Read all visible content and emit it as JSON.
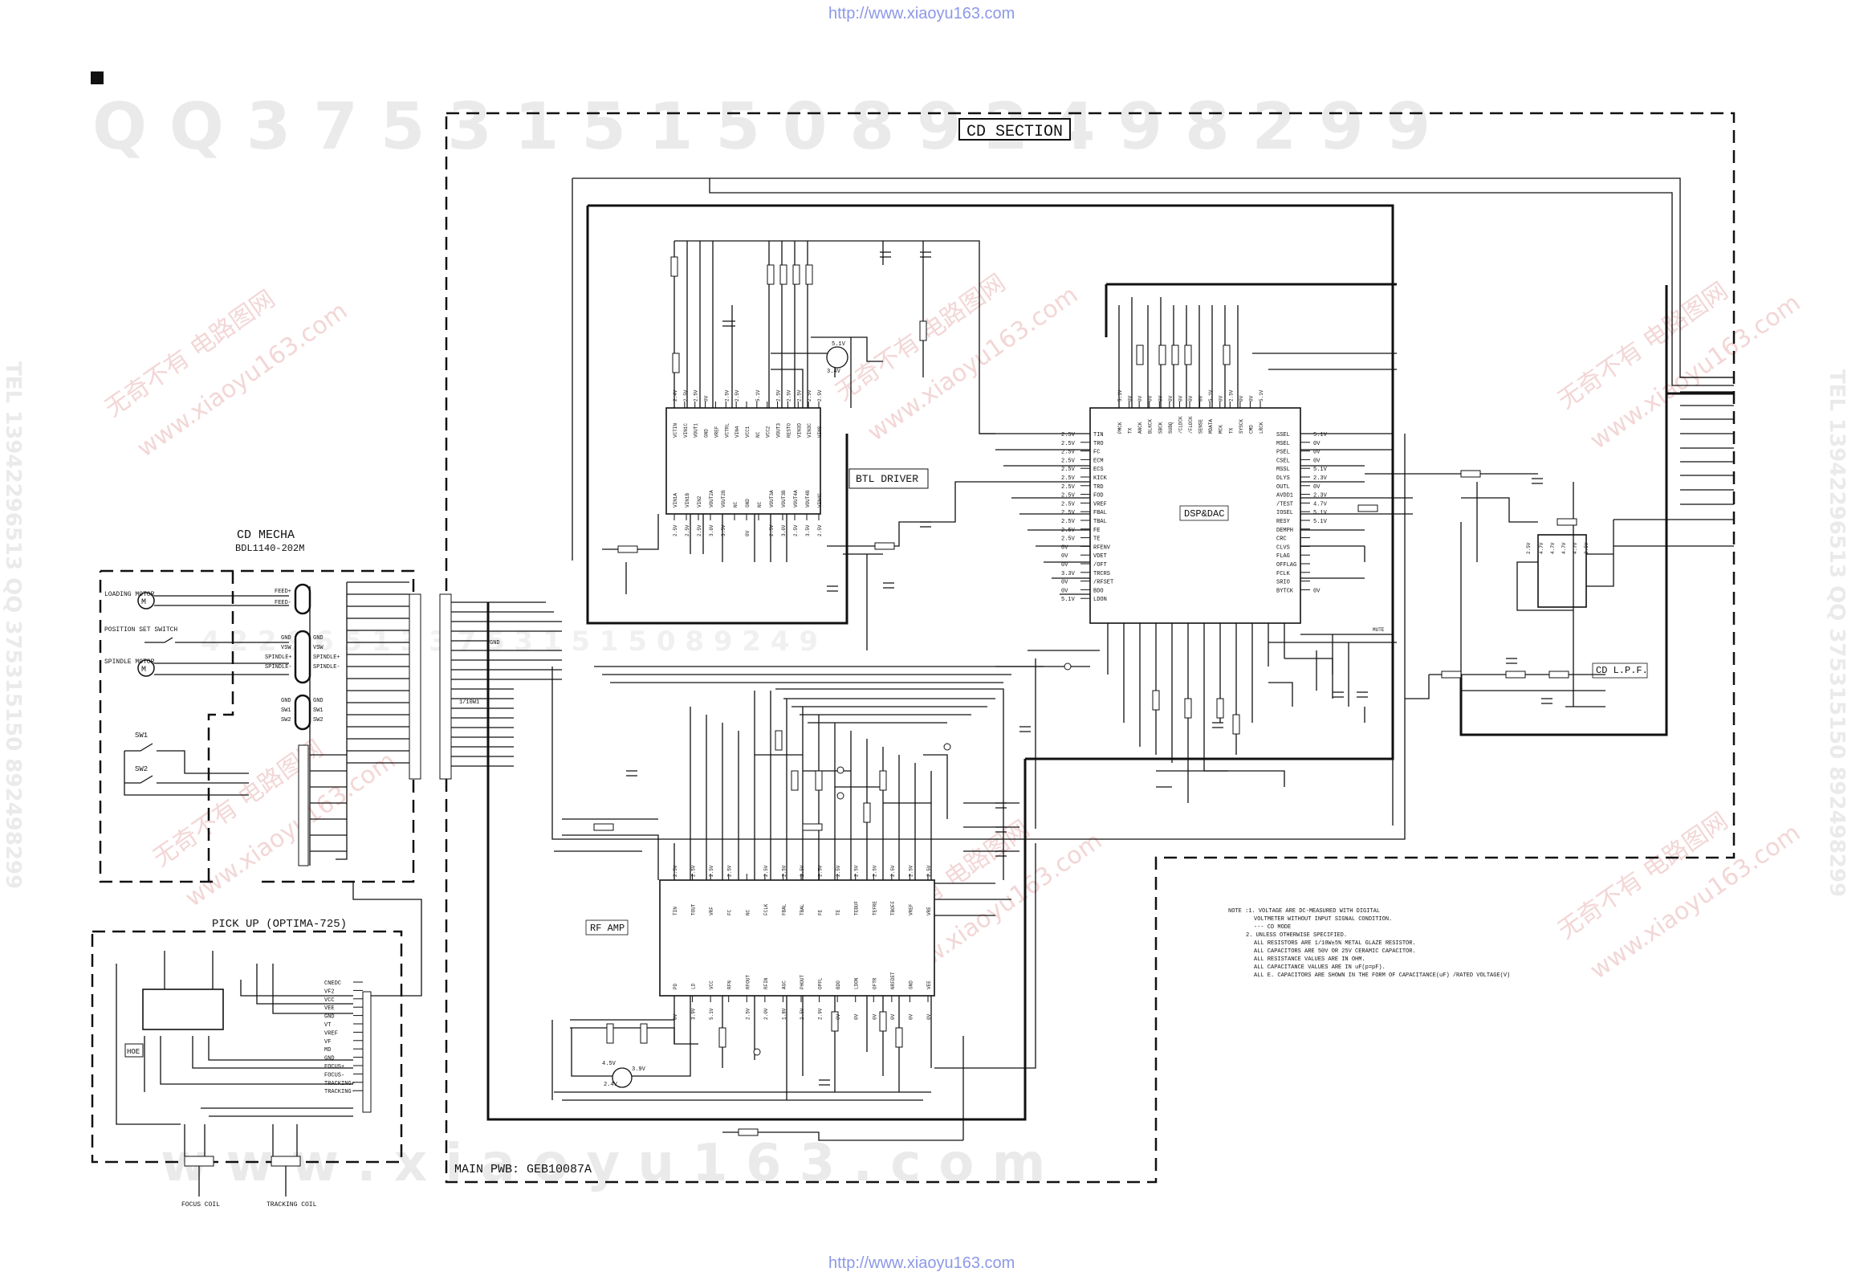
{
  "header_url": "http://www.xiaoyu163.com",
  "footer_url": "http://www.xiaoyu163.com",
  "section_title": "CD SECTION",
  "main_pwb": "MAIN PWB: GEB10087A",
  "watermarks": {
    "top_row": "Q Q 3 7 5 3 1 5 1 5 0   8 9 2 4 9 8 2 9 9",
    "bottom_row": "w w w . x i a o y u 1 6 3 . c o m",
    "side": "TEL 13942296513  QQ 375315150  892498299",
    "mid_row": "4 2 2 9 6 5 1 3   3 7 5 3 1 5 1 5 0   8 9 2 4 9",
    "diagonal_cn": "无奇不有 电路图网",
    "diagonal_url": "www.xiaoyu163.com"
  },
  "blocks": {
    "btl_driver": "BTL DRIVER",
    "dsp_dac": "DSP&DAC",
    "rf_amp": "RF AMP",
    "cd_lpf": "CD L.P.F.",
    "cd_mecha_title": "CD MECHA",
    "cd_mecha_part": "BDL1140-202M",
    "pickup_title": "PICK UP (OPTIMA-725)",
    "focus_coil": "FOCUS COIL",
    "tracking_coil": "TRACKING COIL",
    "hoe": "HOE"
  },
  "mecha_labels": {
    "loading_motor": "LOADING MOTOR",
    "position_switch": "POSITION SET SWITCH",
    "spindle_motor": "SPINDLE MOTOR",
    "sw1": "SW1",
    "sw2": "SW2",
    "connector_pins": [
      "FEED+",
      "FEED-",
      "GND",
      "VSW",
      "SPINDLE+",
      "SPINDLE-",
      "GND",
      "SW1",
      "SW2"
    ],
    "right_pins": [
      "GND",
      "VSW",
      "SPINDLE+",
      "SPINDLE-",
      "GND",
      "SW1",
      "SW2"
    ]
  },
  "pickup_pins": [
    "CNEDC",
    "VF2",
    "VCC",
    "VEE",
    "GND",
    "VT",
    "VREF",
    "VF",
    "MD",
    "GND",
    "FOCUS+",
    "FOCUS-",
    "TRACKING+",
    "TRACKING-"
  ],
  "dsp_left_pins": [
    {
      "v": "2.5V",
      "n": "TIN"
    },
    {
      "v": "2.5V",
      "n": "TRO"
    },
    {
      "v": "2.5V",
      "n": "FC"
    },
    {
      "v": "2.5V",
      "n": "ECM"
    },
    {
      "v": "2.5V",
      "n": "ECS"
    },
    {
      "v": "2.5V",
      "n": "KICK"
    },
    {
      "v": "2.5V",
      "n": "TRD"
    },
    {
      "v": "2.5V",
      "n": "FOD"
    },
    {
      "v": "2.5V",
      "n": "VREF"
    },
    {
      "v": "2.5V",
      "n": "FBAL"
    },
    {
      "v": "2.5V",
      "n": "TBAL"
    },
    {
      "v": "2.5V",
      "n": "FE"
    },
    {
      "v": "2.5V",
      "n": "TE"
    },
    {
      "v": "0V",
      "n": "RFENV"
    },
    {
      "v": "0V",
      "n": "VDET"
    },
    {
      "v": "0V",
      "n": "/OFT"
    },
    {
      "v": "3.3V",
      "n": "TRCRS"
    },
    {
      "v": "0V",
      "n": "/RFSET"
    },
    {
      "v": "0V",
      "n": "BDO"
    },
    {
      "v": "5.1V",
      "n": "LDON"
    }
  ],
  "dsp_right_pins": [
    {
      "v": "5.1V",
      "n": "SSEL"
    },
    {
      "v": "0V",
      "n": "MSEL"
    },
    {
      "v": "0V",
      "n": "PSEL"
    },
    {
      "v": "0V",
      "n": "CSEL"
    },
    {
      "v": "5.1V",
      "n": "MSSL"
    },
    {
      "v": "2.3V",
      "n": "DLYS"
    },
    {
      "v": "0V",
      "n": "OUTL"
    },
    {
      "v": "2.3V",
      "n": "AVDD1"
    },
    {
      "v": "4.7V",
      "n": "/TEST"
    },
    {
      "v": "5.1V",
      "n": "IOSEL"
    },
    {
      "v": "5.1V",
      "n": "RESY"
    },
    {
      "v": "",
      "n": "DEMPH"
    },
    {
      "v": "",
      "n": "CRC"
    },
    {
      "v": "",
      "n": "CLVS"
    },
    {
      "v": "",
      "n": "FLAG"
    },
    {
      "v": "",
      "n": "OFFLAG"
    },
    {
      "v": "",
      "n": "FCLK"
    },
    {
      "v": "",
      "n": "SRIO"
    },
    {
      "v": "0V",
      "n": "BYTCK"
    }
  ],
  "dsp_top_pins": [
    "PMCK",
    "TX",
    "ANCK",
    "BLKCK",
    "SBCK",
    "SUBQ",
    "/CLDCK",
    "/FLOCK",
    "SENSE",
    "MDATA",
    "MCK",
    "TX",
    "SYSCK",
    "CMD",
    "LRCK"
  ],
  "dsp_top_volts": [
    "5.1V",
    "0V",
    "0V",
    "0V",
    "0V",
    "0V",
    "0V",
    "0V",
    "0V",
    "5.1V",
    "0V",
    "2.5V",
    "0V",
    "0V",
    "5.1V"
  ],
  "btl_top_pins": [
    "VCTIN",
    "VIN1C",
    "VOUT1",
    "GND",
    "VREF",
    "VCTRL",
    "VIN4",
    "VCC1",
    "NC",
    "VCC2",
    "VOUT3",
    "RESTO",
    "VIN3D",
    "VIN3C",
    "VINS"
  ],
  "btl_top_volts": [
    "2.4V",
    "2.5V",
    "2.5V",
    "0V",
    "",
    "2.5V",
    "2.5V",
    "",
    "5.1V",
    "",
    "2.5V",
    "2.5V",
    "2.5V",
    "2.5V",
    "2.5V"
  ],
  "btl_bottom_pins": [
    "VIN1A",
    "VIN1B",
    "VIN2",
    "VOUT2A",
    "VOUT2B",
    "NC",
    "GND",
    "NC",
    "VOUT3A",
    "VOUT3B",
    "VOUT4A",
    "VOUT4B",
    "VIN4C"
  ],
  "btl_bottom_volts": [
    "2.5V",
    "2.5V",
    "2.5V",
    "3.6V",
    "3.5V",
    "",
    "0V",
    "",
    "2.5V",
    "3.6V",
    "2.5V",
    "3.5V",
    "2.5V"
  ],
  "rf_top_pins": [
    "TIN",
    "TOUT",
    "VRF",
    "FC",
    "NC",
    "FCLK",
    "FBAL",
    "TBAL",
    "FE",
    "TE",
    "TEBUF",
    "TEFRE",
    "TBOFF",
    "VREF",
    "VRE"
  ],
  "rf_top_volts": [
    "2.5V",
    "2.5V",
    "2.5V",
    "2.5V",
    "",
    "2.5V",
    "2.5V",
    "2.5V",
    "2.5V",
    "2.5V",
    "2.5V",
    "2.5V",
    "2.5V",
    "2.5V",
    "2.5V"
  ],
  "rf_bottom_pins": [
    "PD",
    "LD",
    "VCC",
    "RFN",
    "RFOUT",
    "RFIN",
    "AGC",
    "PHOUT",
    "OPFL",
    "BDO",
    "LDON",
    "OFTR",
    "NRFDET",
    "GND",
    "VEE"
  ],
  "rf_bottom_volts": [
    "0V",
    "3.9V",
    "5.1V",
    "",
    "2.5V",
    "2.0V",
    "1.8V",
    "2.5V",
    "2.9V",
    "0V",
    "0V",
    "0V",
    "0V",
    "0V",
    "0V"
  ],
  "lpf_volts": [
    "2.5V",
    "4.7V",
    "4.7V",
    "4.7V",
    "4.7V",
    "2.5V"
  ],
  "misc_labels": {
    "gnd": "GND",
    "transistor_a": "5.1V",
    "transistor_b": "3.4V",
    "rf_q_v1": "4.5V",
    "rf_q_v2": "3.9V",
    "rf_q_v3": "2.4V",
    "res_value": "1/10W1",
    "mute": "MUTE"
  },
  "notes": [
    "NOTE :1. VOLTAGE ARE DC-MEASURED WITH DIGITAL",
    "VOLTMETER WITHOUT INPUT SIGNAL CONDITION.",
    "--- CD MODE",
    "2. UNLESS OTHERWISE SPECIFIED.",
    "ALL RESISTORS ARE 1/10W±5% METAL GLAZE RESISTOR.",
    "ALL CAPACITORS ARE 50V OR 25V CERAMIC CAPACITOR.",
    "ALL RESISTANCE VALUES ARE IN OHM.",
    "ALL CAPACITANCE VALUES ARE IN uF(p=pF).",
    "ALL E. CAPACITORS ARE SHOWN IN THE FORM OF CAPACITANCE(uF) /RATED VOLTAGE(V)"
  ]
}
